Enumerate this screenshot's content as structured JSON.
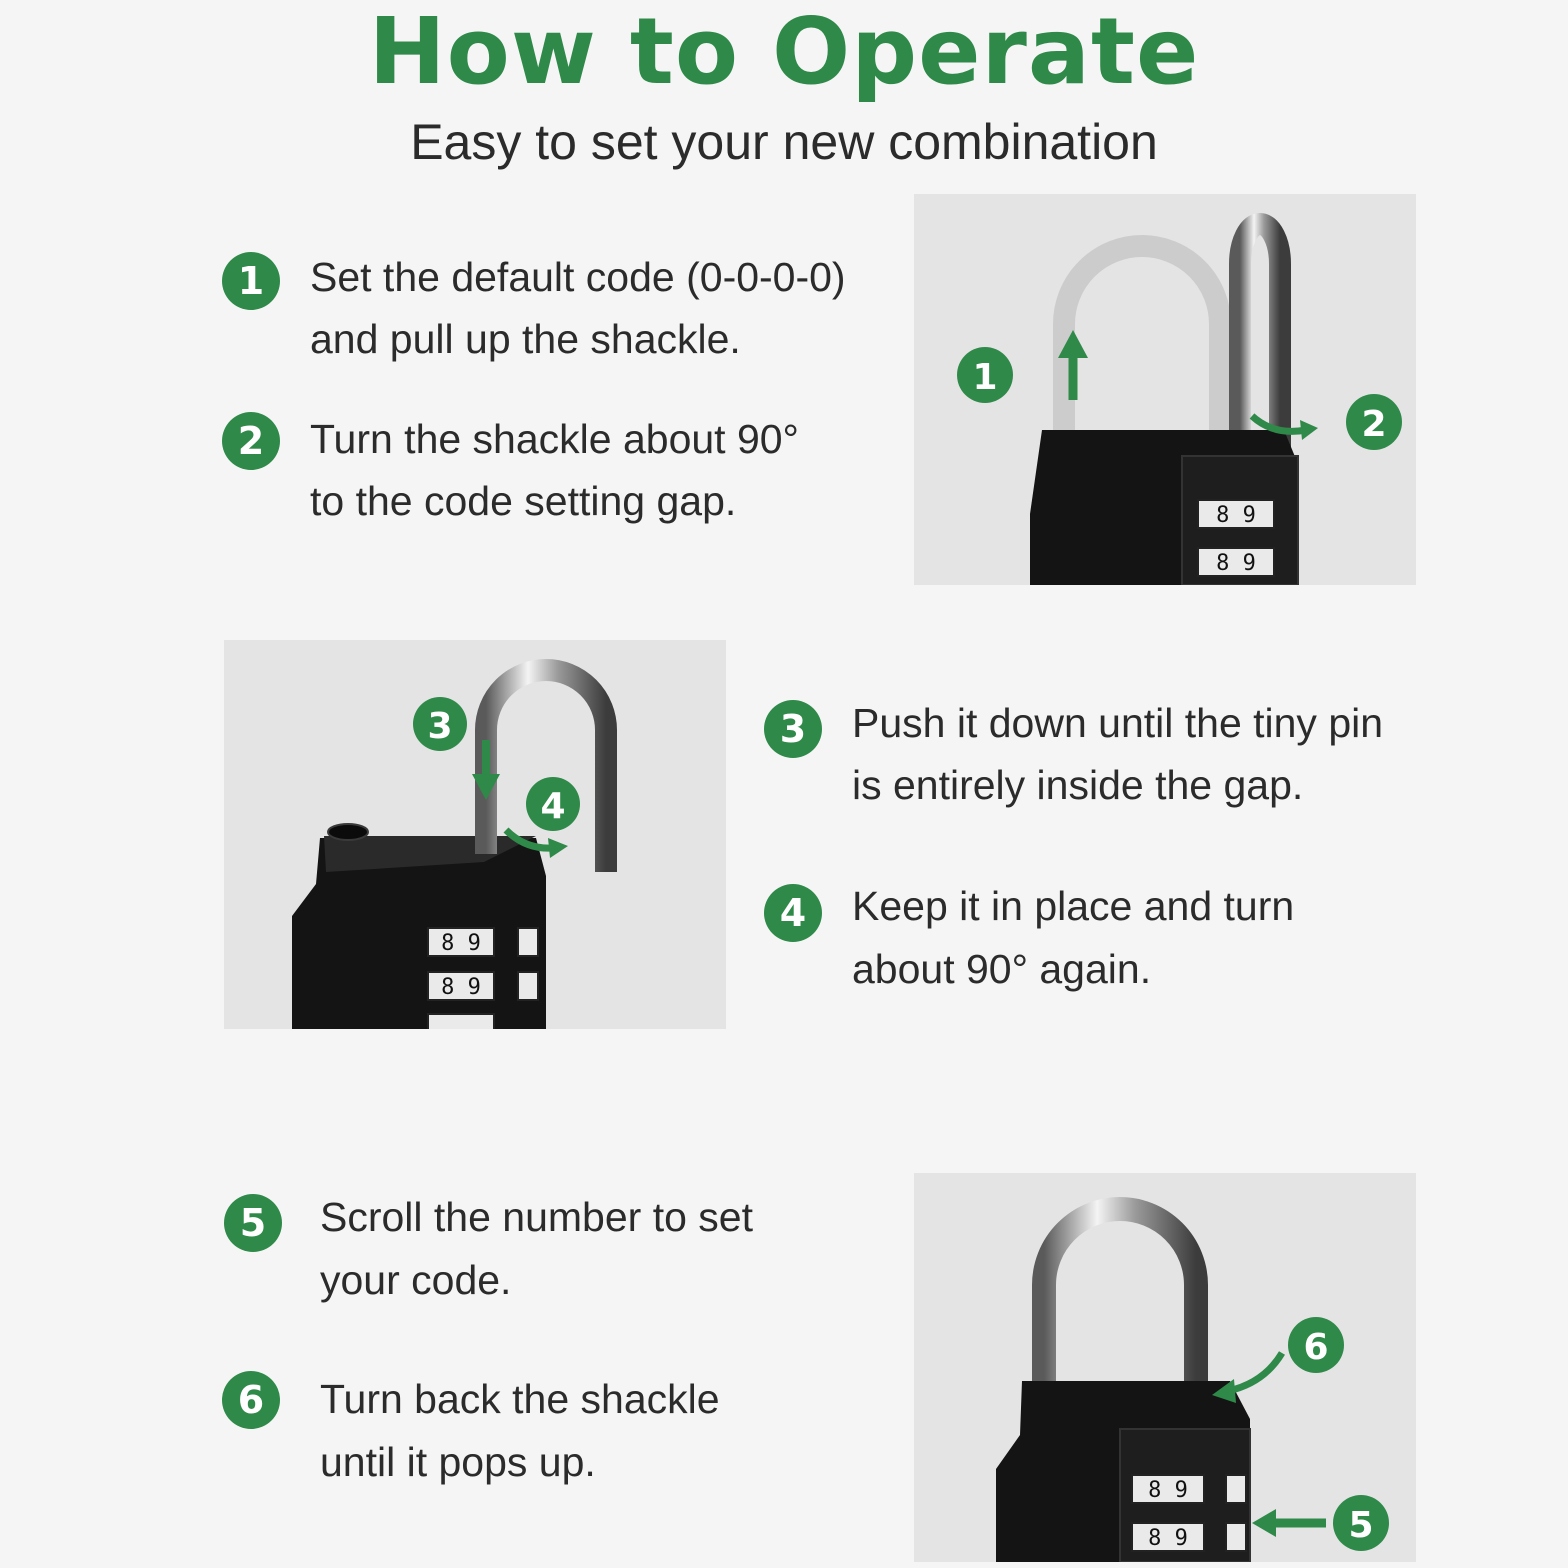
{
  "header": {
    "title": "How to Operate",
    "subtitle": "Easy to set your new combination"
  },
  "steps": [
    {
      "number": "1",
      "line1": "Set the default code (0-0-0-0)",
      "line2": "and pull up the shackle."
    },
    {
      "number": "2",
      "line1": "Turn the shackle about 90°",
      "line2": "to the code setting gap."
    },
    {
      "number": "3",
      "line1": "Push it down until the tiny pin",
      "line2": "is entirely inside the gap."
    },
    {
      "number": "4",
      "line1": "Keep it in place and turn",
      "line2": "about 90° again."
    },
    {
      "number": "5",
      "line1": "Scroll the number to set",
      "line2": "your code."
    },
    {
      "number": "6",
      "line1": "Turn back the shackle",
      "line2": "until it pops up."
    }
  ],
  "dial_digits": "8 9",
  "colors": {
    "accent": "#2f8a4a",
    "text": "#2b2b2b",
    "background": "#f5f5f5",
    "panel": "#e4e4e4",
    "lock_body": "#141414"
  }
}
